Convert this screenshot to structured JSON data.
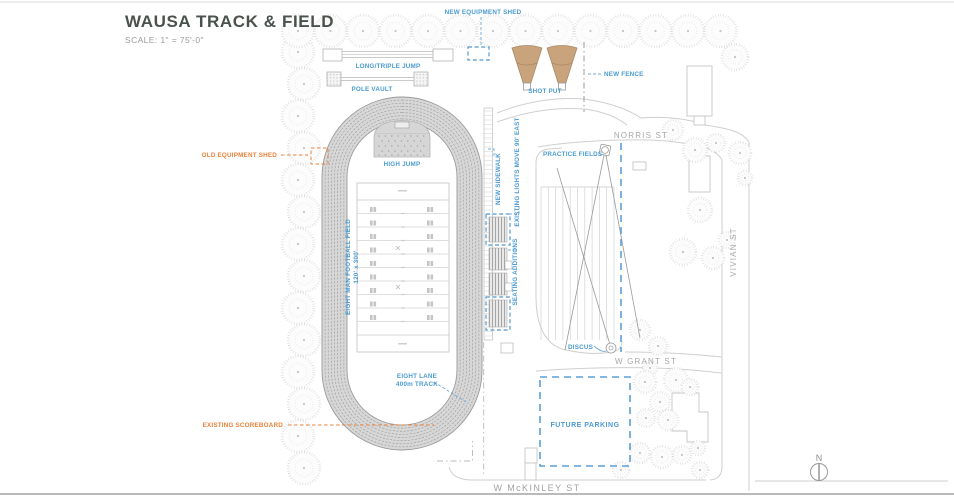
{
  "header": {
    "title": "WAUSA TRACK & FIELD",
    "scale": "SCALE: 1\" = 75'-0\""
  },
  "plan_labels": {
    "new_equipment_shed": "NEW EQUIPMENT SHED",
    "long_triple_jump": "LONG/TRIPLE JUMP",
    "pole_vault": "POLE VAULT",
    "shot_put": "SHOT PUT",
    "new_fence": "NEW FENCE",
    "old_equipment_shed": "OLD EQUIPMENT SHED",
    "high_jump": "HIGH JUMP",
    "football_field": {
      "line1": "EIGHT MAN FOOTBALL FIELD",
      "line2": "120' x 300'"
    },
    "track": {
      "line1": "EIGHT LANE",
      "line2": "400m TRACK"
    },
    "existing_scoreboard": "EXISTING SCOREBOARD",
    "new_sidewalk": "NEW SIDEWALK",
    "existing_lights": "EXISTING LIGHTS MOVE 90' EAST",
    "seating_additions": "SEATING ADDITIONS",
    "practice_fields": "PRACTICE FIELDS",
    "discus": "DISCUS",
    "future_parking": "FUTURE PARKING"
  },
  "streets": {
    "norris": "NORRIS ST",
    "grant": "W GRANT ST",
    "vivian": "VIVIAN ST",
    "mckinley": "W McKINLEY ST"
  },
  "compass": {
    "north": "N"
  },
  "colors": {
    "annotation_blue": "#4a9bd2",
    "annotation_orange": "#e8813b",
    "shot_put_sector": "#c9a37c",
    "drawing_gray": "#9c9c9c"
  }
}
